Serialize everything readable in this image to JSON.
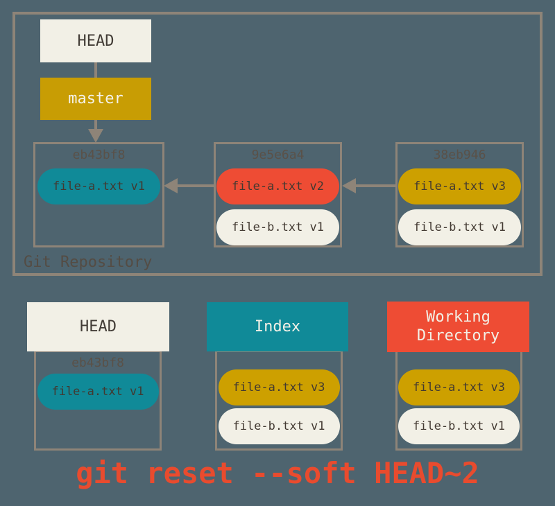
{
  "colors": {
    "background": "#4e646f",
    "border": "#8e8478",
    "cream": "#f2f0e6",
    "teal": "#108a98",
    "gold": "#cda000",
    "red": "#ee4c34",
    "caption_red": "#e94b2e",
    "dark_text": "#423931",
    "muted_text": "#5a5148"
  },
  "repository": {
    "label": "Git Repository",
    "head_label": "HEAD",
    "branch_label": "master",
    "commits": [
      {
        "hash": "eb43bf8",
        "files": [
          {
            "label": "file-a.txt v1",
            "color": "teal"
          }
        ]
      },
      {
        "hash": "9e5e6a4",
        "files": [
          {
            "label": "file-a.txt v2",
            "color": "red"
          },
          {
            "label": "file-b.txt v1",
            "color": "white"
          }
        ]
      },
      {
        "hash": "38eb946",
        "files": [
          {
            "label": "file-a.txt v3",
            "color": "gold"
          },
          {
            "label": "file-b.txt v1",
            "color": "white"
          }
        ]
      }
    ]
  },
  "areas": {
    "head": {
      "title": "HEAD",
      "hash": "eb43bf8",
      "files": [
        {
          "label": "file-a.txt v1",
          "color": "teal"
        }
      ]
    },
    "index": {
      "title": "Index",
      "files": [
        {
          "label": "file-a.txt v3",
          "color": "gold"
        },
        {
          "label": "file-b.txt v1",
          "color": "white"
        }
      ]
    },
    "working_directory": {
      "title": "Working Directory",
      "files": [
        {
          "label": "file-a.txt v3",
          "color": "gold"
        },
        {
          "label": "file-b.txt v1",
          "color": "white"
        }
      ]
    }
  },
  "caption": "git reset --soft HEAD~2"
}
